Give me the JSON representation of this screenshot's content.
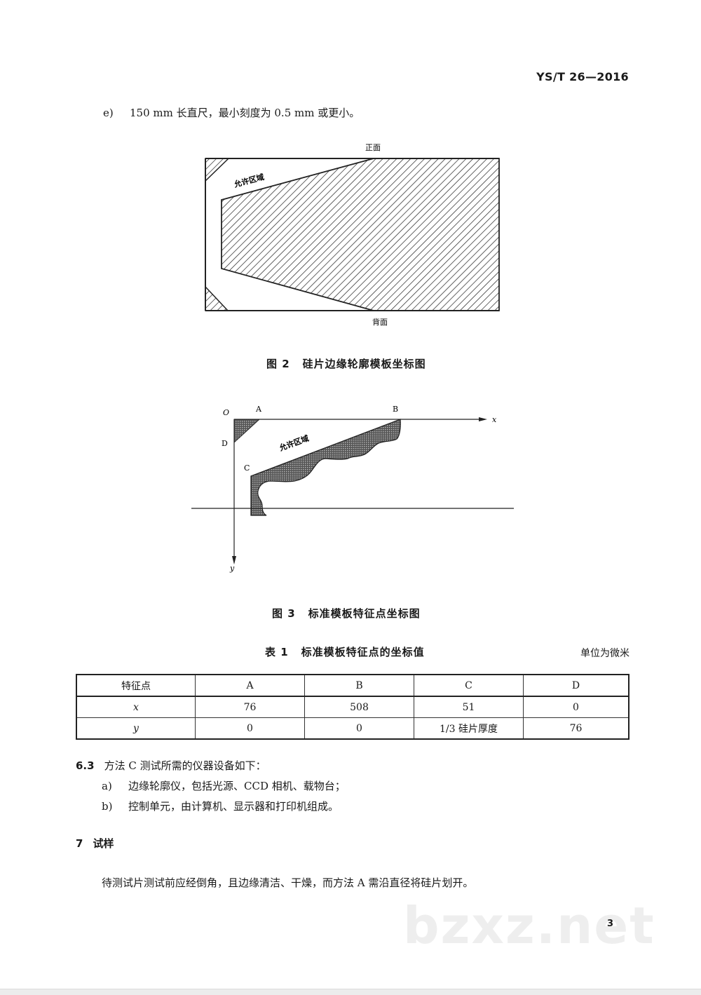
{
  "header": {
    "standard_code": "YS/T 26—2016"
  },
  "item_e": {
    "label": "e)",
    "text": "150 mm 长直尺，最小刻度为 0.5 mm 或更小。"
  },
  "figure2": {
    "label_top": "正面",
    "label_bottom": "背面",
    "label_region": "允许区域",
    "caption_number": "图 2",
    "caption_title": "硅片边缘轮廓模板坐标图"
  },
  "figure3": {
    "origin": "O",
    "point_a": "A",
    "point_b": "B",
    "point_c": "C",
    "point_d": "D",
    "axis_x": "x",
    "axis_y": "y",
    "label_region": "允许区域",
    "caption_number": "图 3",
    "caption_title": "标准模板特征点坐标图"
  },
  "table1": {
    "caption_number": "表 1",
    "caption_title": "标准模板特征点的坐标值",
    "unit_note": "单位为微米",
    "headers": [
      "特征点",
      "A",
      "B",
      "C",
      "D"
    ],
    "rows": [
      {
        "label": "x",
        "values": [
          "76",
          "508",
          "51",
          "0"
        ]
      },
      {
        "label": "y",
        "values": [
          "0",
          "0",
          "1/3 硅片厚度",
          "76"
        ]
      }
    ]
  },
  "section_6_3": {
    "number": "6.3",
    "text": "方法 C 测试所需的仪器设备如下：",
    "items": [
      {
        "label": "a)",
        "text": "边缘轮廓仪，包括光源、CCD 相机、载物台；"
      },
      {
        "label": "b)",
        "text": "控制单元，由计算机、显示器和打印机组成。"
      }
    ]
  },
  "section_7": {
    "number": "7",
    "title": "试样",
    "body": "待测试片测试前应经倒角，且边缘清洁、干燥，而方法 A 需沿直径将硅片划开。"
  },
  "footer": {
    "page_number": "3",
    "watermark": "bzxz.net"
  }
}
